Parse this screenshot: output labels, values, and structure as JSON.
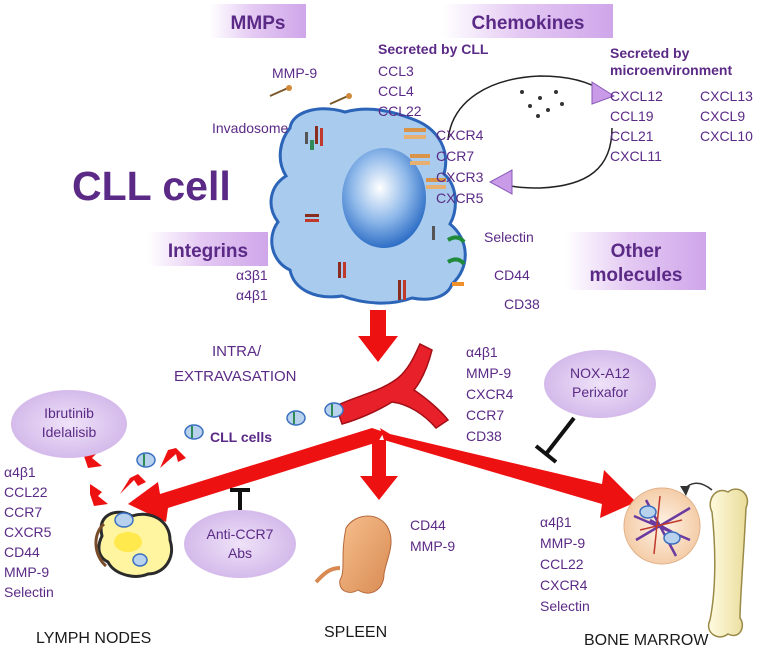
{
  "category_labels": {
    "mmps": "MMPs",
    "chemokines": "Chemokines",
    "integrins": "Integrins",
    "other_molecules": [
      "Other",
      "molecules"
    ]
  },
  "cell_title": "CLL cell",
  "mmp": {
    "mmp9": "MMP-9",
    "invadosome": "Invadosome"
  },
  "chemokines": {
    "secreted_by_cll_heading": "Secreted by CLL",
    "secreted_by_cll": [
      "CCL3",
      "CCL4",
      "CCL22"
    ],
    "secreted_by_micro_heading": [
      "Secreted by",
      "microenvironment"
    ],
    "micro_col1": [
      "CXCL12",
      "CCL19",
      "CCL21",
      "CXCL11"
    ],
    "micro_col2": [
      "CXCL13",
      "CXCL9",
      "CXCL10"
    ],
    "receptors": [
      "CXCR4",
      "CCR7",
      "CXCR3",
      "CXCR5"
    ]
  },
  "integrins": [
    "α3β1",
    "α4β1"
  ],
  "other_molecules": {
    "selectin": "Selectin",
    "cd44": "CD44",
    "cd38": "CD38"
  },
  "transit": {
    "label": [
      "INTRA/",
      "EXTRAVASATION"
    ],
    "markers": [
      "α4β1",
      "MMP-9",
      "CXCR4",
      "CCR7",
      "CD38"
    ],
    "cll_cells": "CLL cells"
  },
  "drugs": {
    "btk": [
      "Ibrutinib",
      "Idelalisib"
    ],
    "cxcr4": [
      "NOX-A12",
      "Perixafor"
    ],
    "ccr7": [
      "Anti-CCR7",
      "Abs"
    ]
  },
  "destinations": {
    "lymph_nodes": {
      "label": "LYMPH NODES",
      "markers": [
        "α4β1",
        "CCL22",
        "CCR7",
        "CXCR5",
        "CD44",
        "MMP-9",
        "Selectin"
      ]
    },
    "spleen": {
      "label": "SPLEEN",
      "markers": [
        "CD44",
        "MMP-9"
      ]
    },
    "bone_marrow": {
      "label": "BONE MARROW",
      "markers": [
        "α4β1",
        "MMP-9",
        "CCL22",
        "CXCR4",
        "Selectin"
      ]
    }
  },
  "colors": {
    "label_box": "#e3c8f2",
    "text": "#5b2a86",
    "arrow": "#ee1111",
    "cell_fill": "#a8cbee",
    "drug_bubble": "#dcc4ee"
  }
}
